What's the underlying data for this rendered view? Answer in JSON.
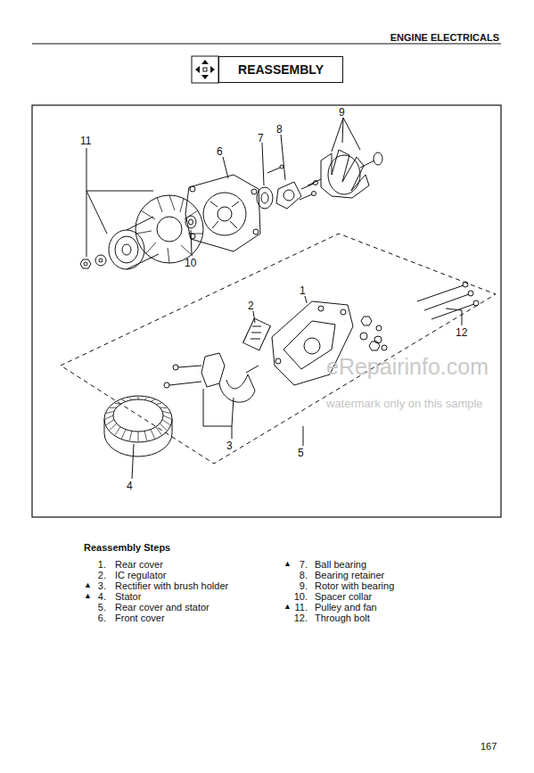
{
  "diagram": {
    "title": "REASSEMBLY",
    "labels": [
      "ENGINE ELECTRICALS",
      "11",
      "6",
      "7",
      "8",
      "9",
      "10",
      "1",
      "2",
      "12",
      "3",
      "5",
      "4",
      "eRepairinfo.com",
      "watermark only on this sample",
      "Reassembly Steps",
      "1.",
      "Rear cover",
      "2.",
      "IC regulator",
      "▲",
      "3.",
      "Rectifier with brush holder",
      "▲",
      "4.",
      "Stator",
      "5.",
      "Rear cover and stator",
      "6.",
      "Front cover",
      "▲",
      "7.",
      "Ball bearing",
      "8.",
      "Bearing retainer",
      "9.",
      "Rotor with bearing",
      "10.",
      "Spacer collar",
      "▲",
      "11.",
      "Pulley and fan",
      "12.",
      "Through bolt",
      "167"
    ]
  }
}
